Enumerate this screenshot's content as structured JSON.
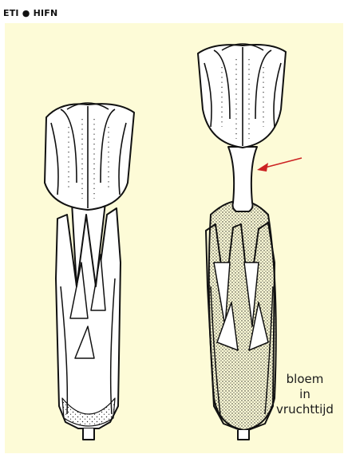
{
  "header": {
    "logo_text": "ETI ● HIFN"
  },
  "caption": {
    "line1": "bloem",
    "line2": "in",
    "line3": "vruchttijd"
  },
  "colors": {
    "background": "#fdfbd7",
    "ink": "#1a1a1a",
    "arrow": "#cc2222"
  }
}
